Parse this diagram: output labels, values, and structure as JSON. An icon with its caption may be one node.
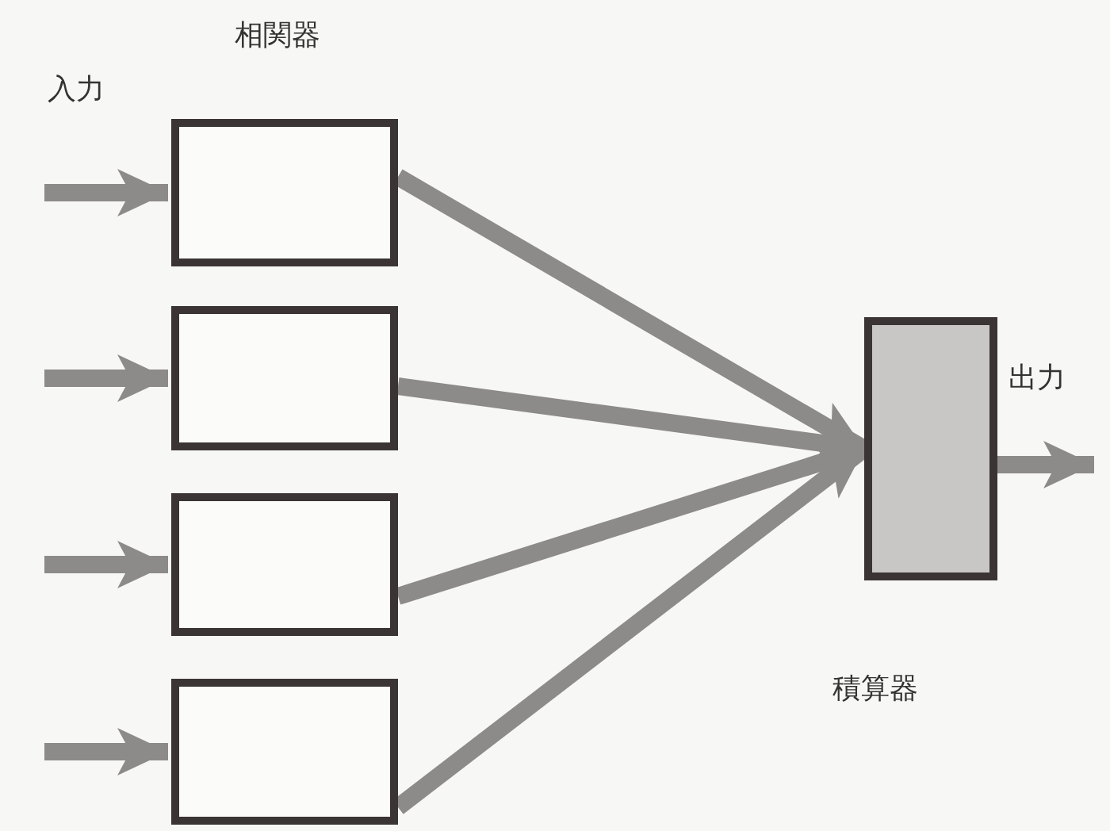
{
  "diagram": {
    "nodes": [
      {
        "text": [],
        "shape": "box"
      },
      {
        "text": [],
        "shape": "box"
      },
      {
        "text": [],
        "shape": "box"
      },
      {
        "text": [],
        "shape": "box"
      },
      {
        "text": [],
        "shape": "box",
        "beside": [
          "積算器"
        ]
      }
    ],
    "edges": [
      {
        "from": null,
        "to": 0,
        "arrow": "to"
      },
      {
        "from": null,
        "to": 1,
        "arrow": "to"
      },
      {
        "from": null,
        "to": 2,
        "arrow": "to"
      },
      {
        "from": null,
        "to": 3,
        "arrow": "to"
      },
      {
        "from": 0,
        "to": 4,
        "arrow": "to"
      },
      {
        "from": 1,
        "to": 4,
        "arrow": "to"
      },
      {
        "from": 2,
        "to": 4,
        "arrow": "to"
      },
      {
        "from": 3,
        "to": 4,
        "arrow": "to"
      },
      {
        "from": 4,
        "to": null,
        "arrow": "to"
      }
    ],
    "labels": [
      "相関器",
      "入力",
      "出力"
    ]
  }
}
